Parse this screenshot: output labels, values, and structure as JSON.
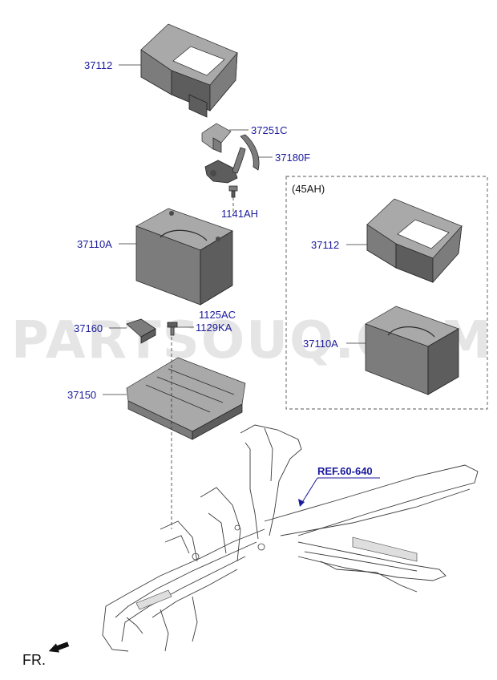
{
  "watermark": "PARTSOUQ.COM",
  "option_box": {
    "title": "(45AH)"
  },
  "labels": {
    "tray_top": "37112",
    "clamp_cover": "37251C",
    "cable": "37180F",
    "bolt": "1141AH",
    "battery": "37110A",
    "screw_a": "1125AC",
    "screw_b": "1129KA",
    "bracket": "37160",
    "battery_tray": "37150",
    "box_tray": "37112",
    "box_battery": "37110A",
    "reference": "REF.60-640"
  },
  "direction": {
    "label": "FR."
  },
  "colors": {
    "label_blue": "#1a1a9c",
    "part_grey": "#7c7c7c",
    "watermark": "#cfcfcf"
  }
}
